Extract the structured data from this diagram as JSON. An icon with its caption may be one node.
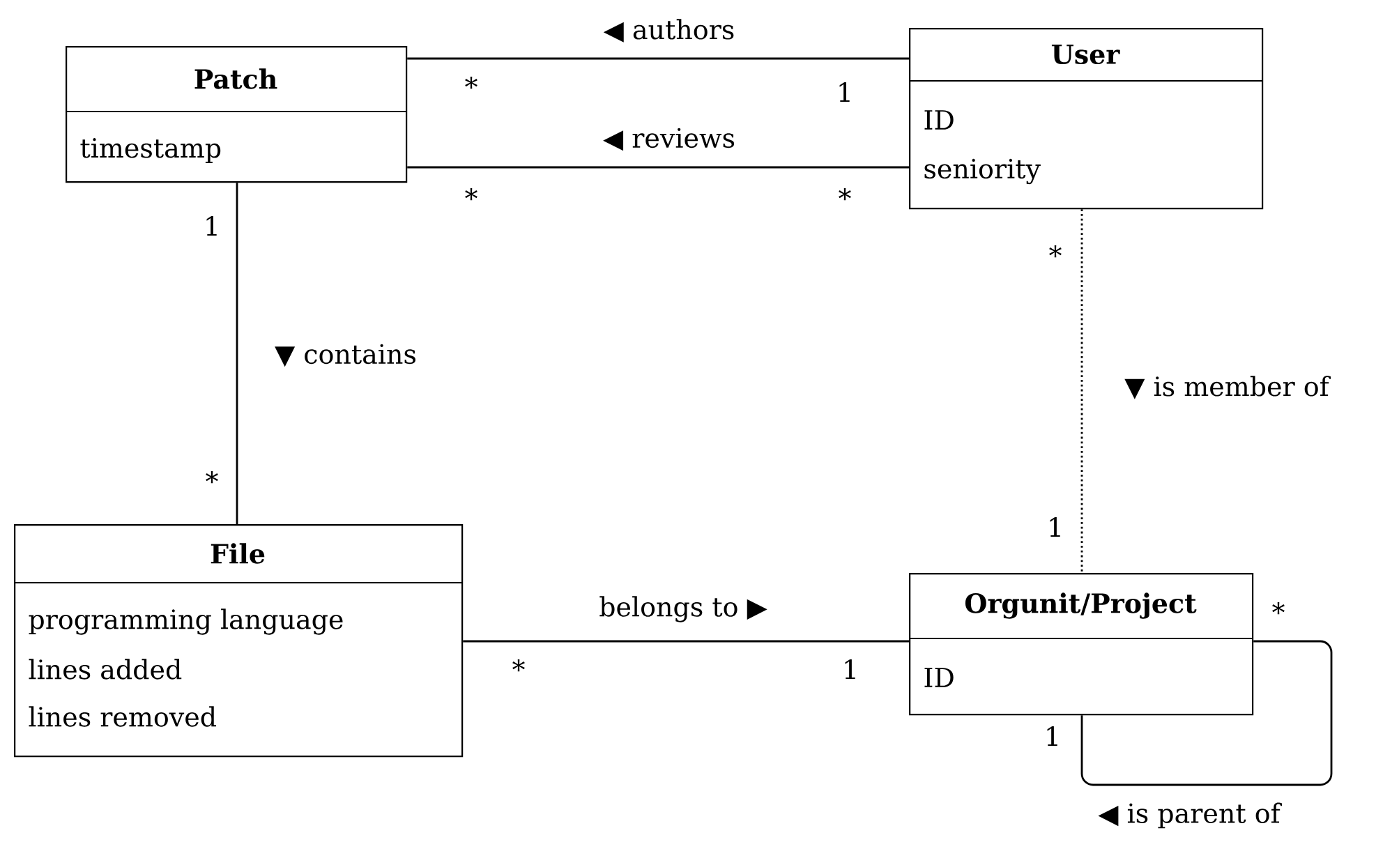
{
  "diagram": {
    "nodes": [
      {
        "text": [
          "Patch",
          "timestamp"
        ]
      },
      {
        "text": [
          "User",
          "ID",
          "seniority"
        ]
      },
      {
        "text": [
          "File",
          "programming language",
          "lines added",
          "lines removed"
        ]
      },
      {
        "text": [
          "Orgunit/Project",
          "ID"
        ]
      }
    ],
    "edges": [
      {
        "from": 0,
        "to": 1,
        "arrow": "none",
        "label": "◀ authors"
      },
      {
        "from": 0,
        "to": 1,
        "arrow": "none",
        "label": "◀ reviews"
      },
      {
        "from": 0,
        "to": 2,
        "arrow": "none",
        "label": "▼ contains"
      },
      {
        "from": 1,
        "to": 3,
        "arrow": "none",
        "label": "▼ is member of",
        "style": "dashed"
      },
      {
        "from": 2,
        "to": 3,
        "arrow": "none",
        "label": "belongs to ▶"
      },
      {
        "from": 3,
        "to": 3,
        "arrow": "none",
        "label": "◀ is parent of"
      }
    ],
    "labels": [
      "*",
      "1",
      "*",
      "*",
      "1",
      "*",
      "*",
      "1",
      "*",
      "*",
      "1",
      "1"
    ]
  }
}
